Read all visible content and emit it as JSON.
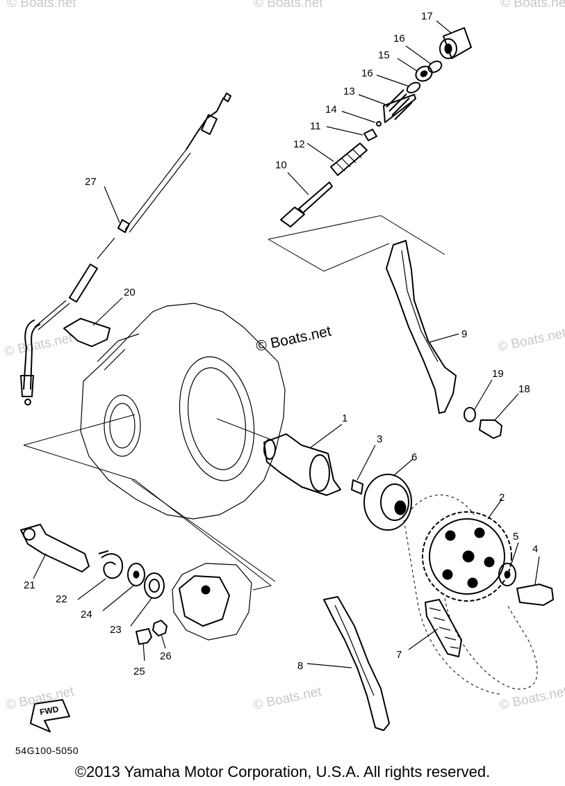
{
  "watermarks": {
    "center": "© Boats.net",
    "faint": "© Boats.net"
  },
  "drawing_code": "54G100-5050",
  "fwd_label": "FWD",
  "copyright": "©2013 Yamaha Motor Corporation, U.S.A. All rights reserved.",
  "callouts": {
    "c1": "1",
    "c2": "2",
    "c3": "3",
    "c4": "4",
    "c5": "5",
    "c6": "6",
    "c7": "7",
    "c8": "8",
    "c9": "9",
    "c10": "10",
    "c11": "11",
    "c12": "12",
    "c13": "13",
    "c14": "14",
    "c15": "15",
    "c16a": "16",
    "c16b": "16",
    "c17": "17",
    "c18": "18",
    "c19": "19",
    "c20": "20",
    "c21": "21",
    "c22": "22",
    "c23": "23",
    "c24": "24",
    "c25": "25",
    "c26": "26",
    "c27": "27"
  }
}
